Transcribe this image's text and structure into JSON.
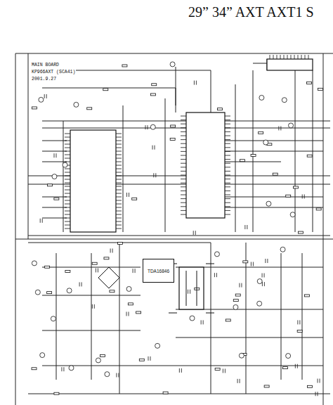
{
  "diagram": {
    "title": "29” 34” AXT AXT1 S",
    "nodes": [
      {
        "text": [
          "TDA16846"
        ]
      }
    ],
    "labels": [
      "MAIN BOARD",
      "KP966AXT (SCA41)",
      "2001.9.27"
    ]
  }
}
